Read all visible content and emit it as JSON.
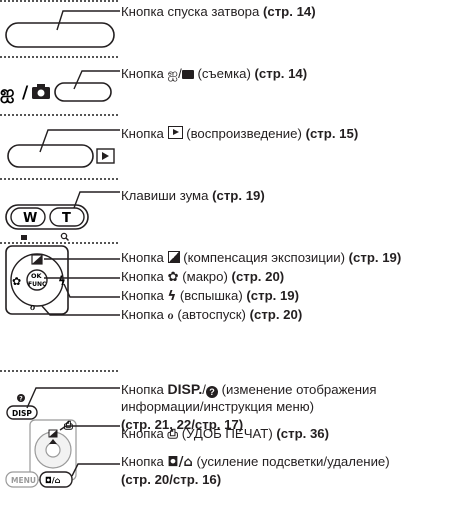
{
  "items": [
    {
      "label": "Кнопка спуска затвора",
      "ref": "(стр. 14)"
    },
    {
      "prefix": "Кнопка",
      "icons": "movie/camera",
      "label": "(съемка)",
      "ref": "(стр. 14)"
    },
    {
      "prefix": "Кнопка",
      "icon": "play",
      "label": "(воспроизведение)",
      "ref": "(стр. 15)"
    },
    {
      "label": "Клавиши зума",
      "ref": "(стр. 19)",
      "w_key": "W",
      "t_key": "T"
    },
    {
      "prefix": "Кнопка",
      "icon": "exposure",
      "label": "(компенсация экспозиции)",
      "ref": "(стр. 19)"
    },
    {
      "prefix": "Кнопка",
      "icon": "macro",
      "label": "(макро)",
      "ref": "(стр. 20)"
    },
    {
      "prefix": "Кнопка",
      "icon": "flash",
      "label": "(вспышка)",
      "ref": "(стр. 19)"
    },
    {
      "prefix": "Кнопка",
      "icon": "self-timer",
      "label": "(автоспуск)",
      "ref": "(стр. 20)"
    },
    {
      "prefix": "Кнопка",
      "key": "DISP.",
      "label_line1": "(изменение отображения",
      "label_line2": "информации/инструкция меню)",
      "ref": "(стр. 21, 22/стр. 17)"
    },
    {
      "prefix": "Кнопка",
      "icon": "print",
      "label": "(УДОБ ПЕЧАТ)",
      "ref": "(стр. 36)"
    },
    {
      "prefix": "Кнопка",
      "icon": "backlight/trash",
      "label": "(усиление подсветки/удаление)",
      "ref": "(стр. 20/стр. 16)"
    }
  ],
  "pad": {
    "ok": "OK",
    "func": "FUNC"
  },
  "disp_key": "DISP",
  "menu_key": "MENU"
}
